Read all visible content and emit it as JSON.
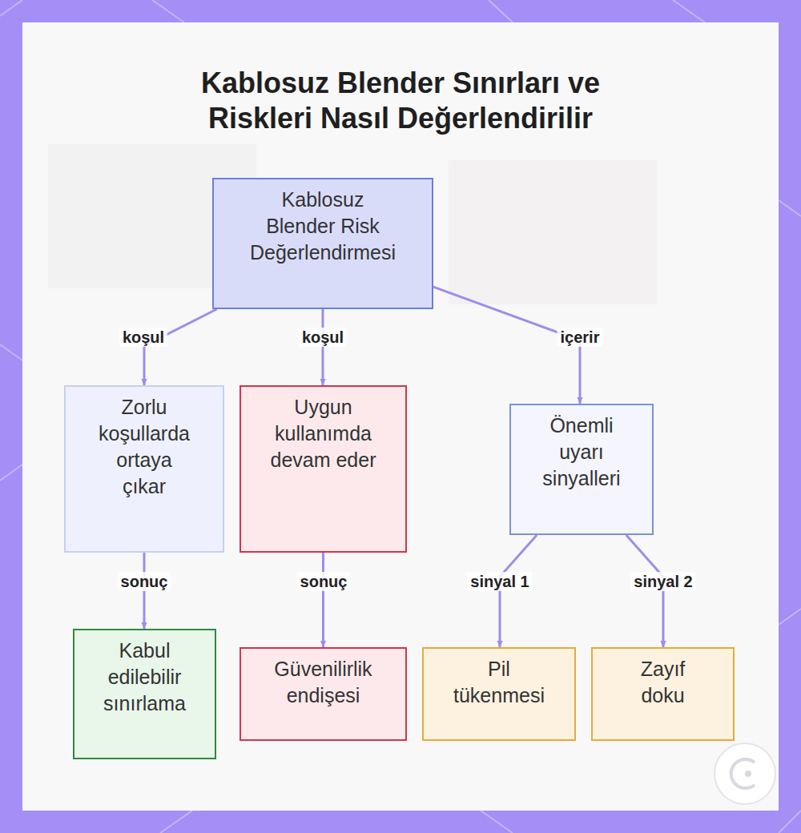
{
  "diagram": {
    "title": "Kablosuz Blender Sınırları ve Riskleri Nasıl Değerlendirilir",
    "nodes": [
      {
        "text": [
          "Kablosuz Blender Risk Değerlendirmesi"
        ]
      },
      {
        "text": [
          "Zorlu koşullarda ortaya çıkar"
        ]
      },
      {
        "text": [
          "Uygun kullanımda devam eder"
        ]
      },
      {
        "text": [
          "Önemli uyarı sinyalleri"
        ]
      },
      {
        "text": [
          "Kabul edilebilir sınırlama"
        ]
      },
      {
        "text": [
          "Güvenilirlik endişesi"
        ]
      },
      {
        "text": [
          "Pil tükenmesi"
        ]
      },
      {
        "text": [
          "Zayıf doku"
        ]
      }
    ],
    "edges": [
      {
        "from": 0,
        "to": 1,
        "label": "koşul",
        "arrow": "to"
      },
      {
        "from": 0,
        "to": 2,
        "label": "koşul",
        "arrow": "to"
      },
      {
        "from": 0,
        "to": 3,
        "label": "içerir",
        "arrow": "to"
      },
      {
        "from": 1,
        "to": 4,
        "label": "sonuç",
        "arrow": "to"
      },
      {
        "from": 2,
        "to": 5,
        "label": "sonuç",
        "arrow": "to"
      },
      {
        "from": 3,
        "to": 6,
        "label": "sinyal 1",
        "arrow": "to"
      },
      {
        "from": 3,
        "to": 7,
        "label": "sinyal 2",
        "arrow": "to"
      }
    ]
  }
}
